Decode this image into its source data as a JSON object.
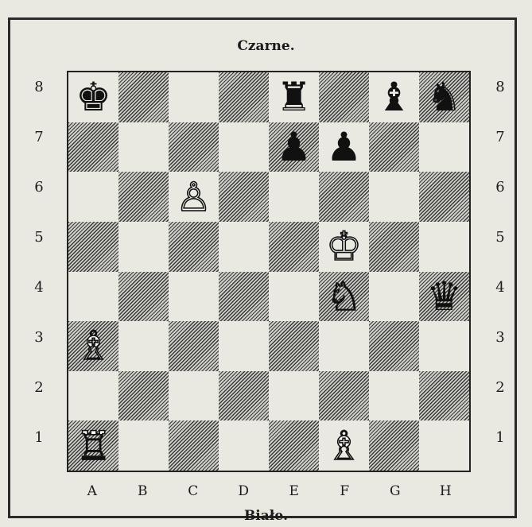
{
  "labels": {
    "black": "Czarne.",
    "white": "Białe."
  },
  "files": [
    "A",
    "B",
    "C",
    "D",
    "E",
    "F",
    "G",
    "H"
  ],
  "ranks": [
    "8",
    "7",
    "6",
    "5",
    "4",
    "3",
    "2",
    "1"
  ],
  "pieces": [
    {
      "square": "a8",
      "color": "black",
      "type": "king",
      "glyph": "♚"
    },
    {
      "square": "e8",
      "color": "black",
      "type": "rook",
      "glyph": "♜"
    },
    {
      "square": "g8",
      "color": "black",
      "type": "bishop",
      "glyph": "♝"
    },
    {
      "square": "h8",
      "color": "black",
      "type": "knight",
      "glyph": "♞"
    },
    {
      "square": "e7",
      "color": "black",
      "type": "pawn",
      "glyph": "♟"
    },
    {
      "square": "f7",
      "color": "black",
      "type": "pawn",
      "glyph": "♟"
    },
    {
      "square": "c6",
      "color": "white",
      "type": "pawn",
      "glyph": "♙"
    },
    {
      "square": "f5",
      "color": "white",
      "type": "king",
      "glyph": "♔"
    },
    {
      "square": "f4",
      "color": "white",
      "type": "knight",
      "glyph": "♘"
    },
    {
      "square": "h4",
      "color": "black",
      "type": "queen",
      "glyph": "♛"
    },
    {
      "square": "a3",
      "color": "white",
      "type": "bishop",
      "glyph": "♗"
    },
    {
      "square": "a1",
      "color": "white",
      "type": "rook",
      "glyph": "♖"
    },
    {
      "square": "f1",
      "color": "white",
      "type": "bishop",
      "glyph": "♗"
    }
  ]
}
